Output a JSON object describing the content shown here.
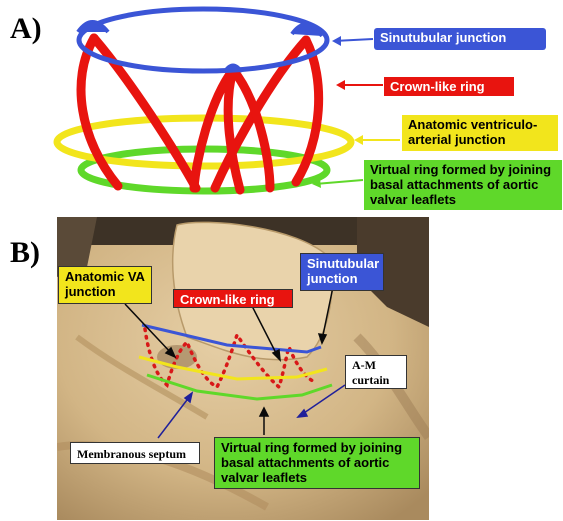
{
  "panel_a": {
    "letter": "A)",
    "labels": {
      "sinutubular": "Sinutubular junction",
      "crown": "Crown-like ring",
      "anatomic_va": "Anatomic ventriculo-arterial junction",
      "virtual_ring": "Virtual ring formed by joining basal attachments of aortic valvar leaflets"
    },
    "colors": {
      "sinutubular": "#3b55d6",
      "crown": "#e8140f",
      "anatomic_va": "#f2e51c",
      "virtual_ring": "#5fd82a"
    }
  },
  "panel_b": {
    "letter": "B)",
    "labels": {
      "anatomic_va": "Anatomic VA junction",
      "crown": "Crown-like ring",
      "sinutubular": "Sinutubular junction",
      "am_curtain": "A-M curtain",
      "membranous_septum": "Membranous septum",
      "virtual_ring": "Virtual ring formed by joining basal attachments of aortic valvar leaflets"
    }
  }
}
